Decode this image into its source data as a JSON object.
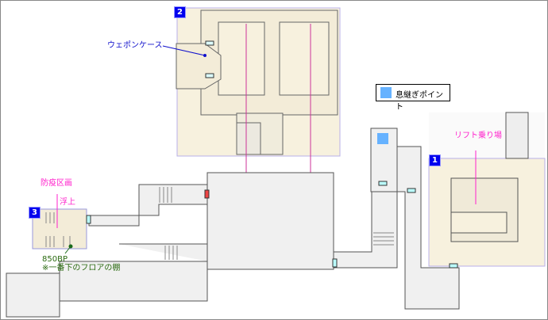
{
  "map": {
    "areas": [
      {
        "number": "1",
        "label": "リフト乗り場"
      },
      {
        "number": "2",
        "label": "ウェポンケース"
      },
      {
        "number": "3",
        "label": "防疫区画",
        "sub_label": "浮上"
      }
    ],
    "item": {
      "name": "850BP",
      "note": "※一番下のフロアの棚"
    },
    "legend": {
      "label": "息継ぎポイント",
      "color": "#66b2ff"
    },
    "colors": {
      "highlight_room": "#f5eedb",
      "floor": "#f0f0f0",
      "label_pink": "#ff22cc",
      "badge": "#0000ee"
    }
  }
}
